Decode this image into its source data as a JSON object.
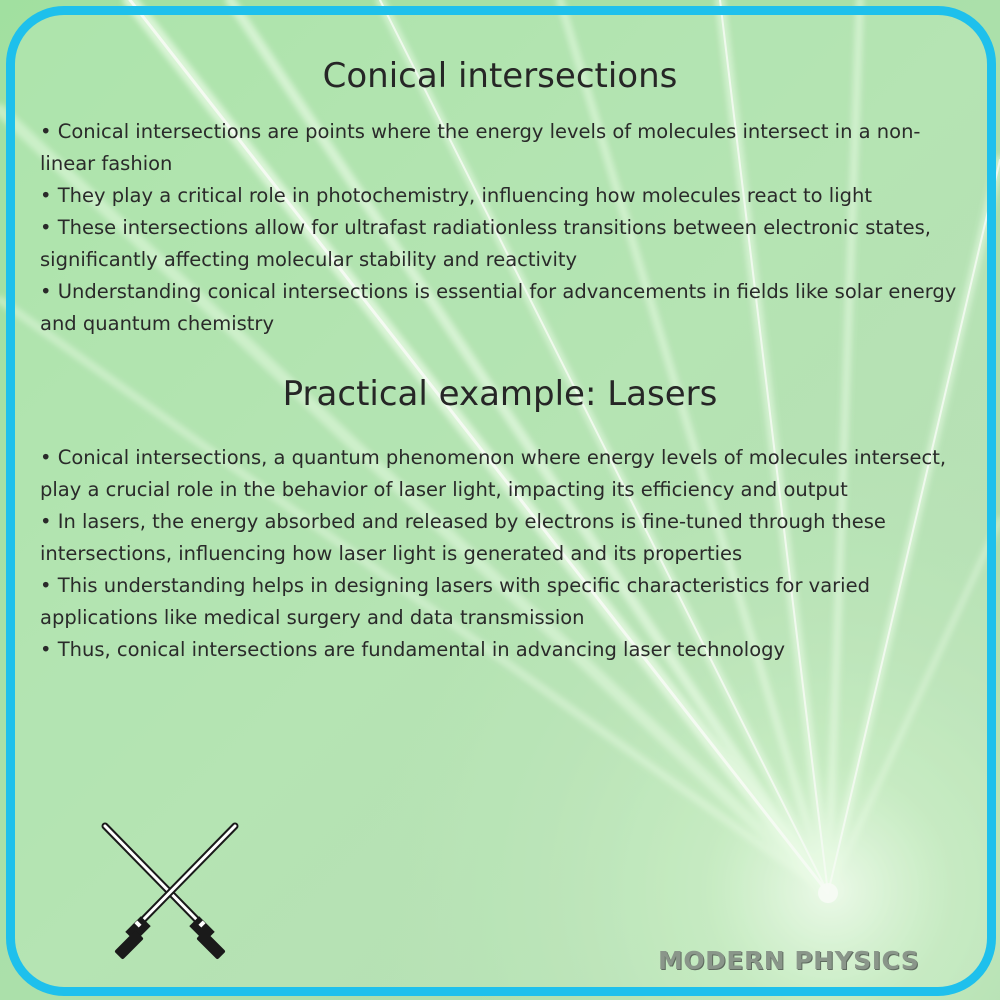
{
  "section1": {
    "title": "Conical intersections",
    "bullets": [
      "• Conical intersections are points where the energy levels of molecules intersect in a non-linear fashion",
      "• They play a critical role in photochemistry, influencing how molecules react to light",
      "• These intersections allow for ultrafast radiationless transitions between electronic states, significantly affecting molecular stability and reactivity",
      "• Understanding conical intersections is essential for advancements in fields like solar energy and quantum chemistry"
    ]
  },
  "section2": {
    "title": "Practical example: Lasers",
    "bullets": [
      "• Conical intersections, a quantum phenomenon where energy levels of molecules intersect, play a crucial role in the behavior of laser light, impacting its efficiency and output",
      "• In lasers, the energy absorbed and released by electrons is fine-tuned through these intersections, influencing how laser light is generated and its properties",
      "• This understanding helps in designing lasers with specific characteristics for varied applications like medical surgery and data transmission",
      "• Thus, conical intersections are fundamental in advancing laser technology"
    ]
  },
  "brand": "MODERN PHYSICS",
  "colors": {
    "frame": "#1ec0ec",
    "laser": "#e9ffe6",
    "background": "#8fd58f"
  },
  "icons": {
    "logo": "crossed-lightsabers-icon",
    "background": "laser-beams"
  }
}
